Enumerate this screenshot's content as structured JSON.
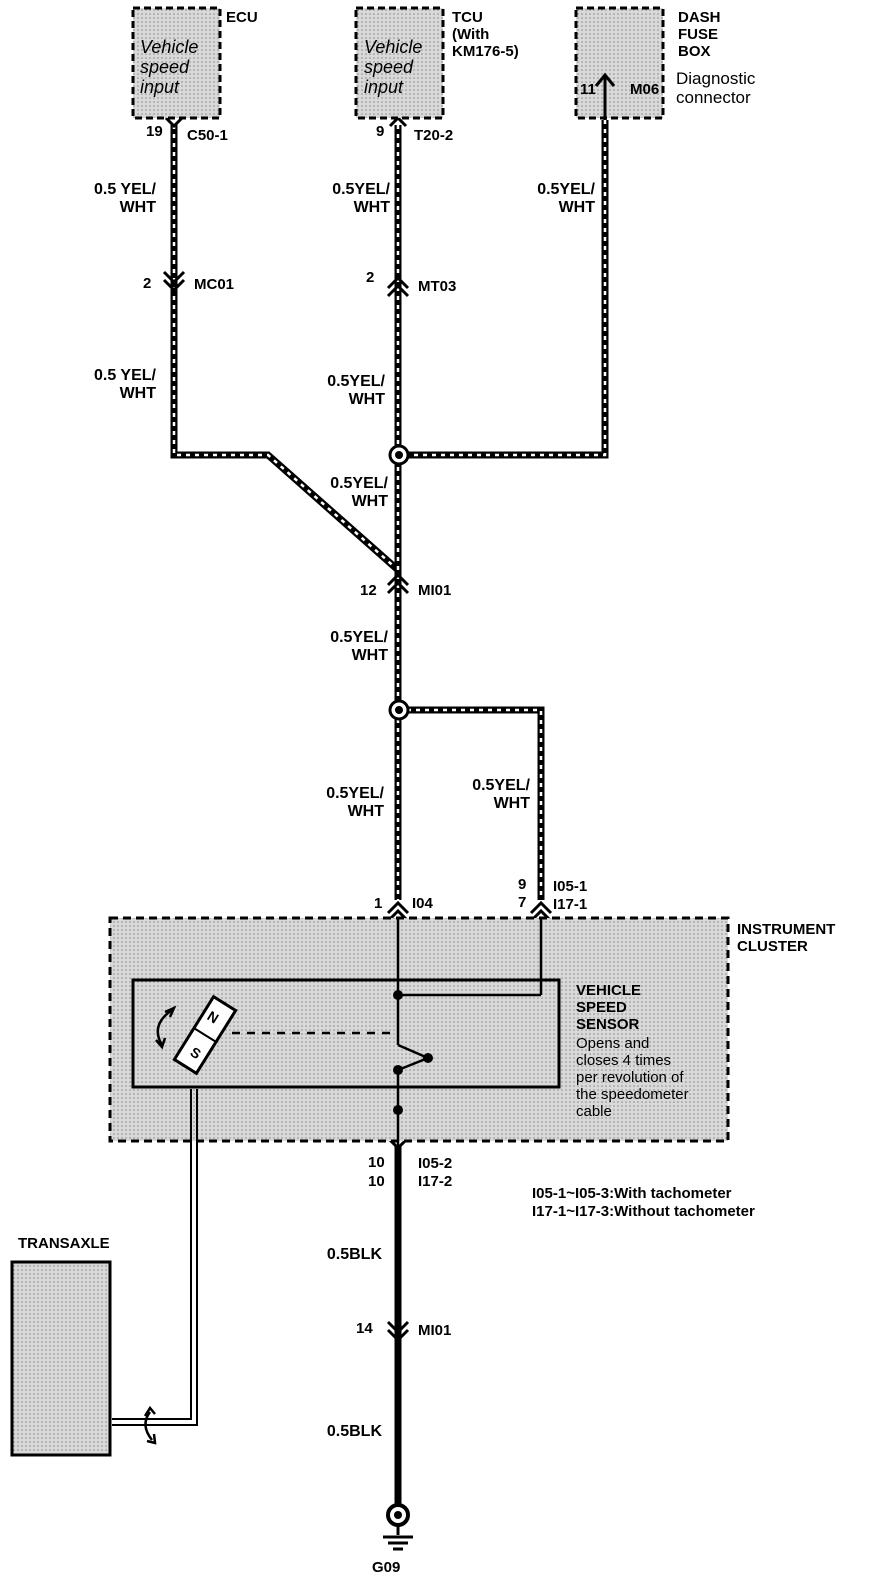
{
  "modules": {
    "ecu": {
      "name": "ECU",
      "inner": [
        "Vehicle",
        "speed",
        "input"
      ],
      "pin": "19",
      "connector": "C50-1"
    },
    "tcu": {
      "name": [
        "TCU",
        "(With",
        "KM176-5)"
      ],
      "inner": [
        "Vehicle",
        "speed",
        "input"
      ],
      "pin": "9",
      "connector": "T20-2"
    },
    "dash_fuse_box": {
      "name": [
        "DASH",
        "FUSE",
        "BOX"
      ],
      "desc": [
        "Diagnostic",
        "connector"
      ],
      "pin": "11",
      "connector": "M06"
    }
  },
  "connectors": {
    "mc01": {
      "pin": "2",
      "label": "MC01"
    },
    "mt03": {
      "pin": "2",
      "label": "MT03"
    },
    "mi01_upper": {
      "pin": "12",
      "label": "MI01"
    },
    "i04": {
      "pin": "1",
      "label": "I04"
    },
    "i05_1": {
      "pins": [
        "9",
        "7"
      ],
      "labels": [
        "I05-1",
        "I17-1"
      ]
    },
    "i05_2": {
      "pins": [
        "10",
        "10"
      ],
      "labels": [
        "I05-2",
        "I17-2"
      ]
    },
    "mi01_lower": {
      "pin": "14",
      "label": "MI01"
    },
    "ground": {
      "label": "G09"
    }
  },
  "wires": {
    "ecu_upper": [
      "0.5 YEL/",
      "WHT"
    ],
    "ecu_lower": [
      "0.5 YEL/",
      "WHT"
    ],
    "tcu_upper": [
      "0.5YEL/",
      "WHT"
    ],
    "tcu_lower": [
      "0.5YEL/",
      "WHT"
    ],
    "dlc": [
      "0.5YEL/",
      "WHT"
    ],
    "splice_to_mi01": [
      "0.5YEL/",
      "WHT"
    ],
    "mi01_to_splice": [
      "0.5YEL/",
      "WHT"
    ],
    "to_i04": [
      "0.5YEL/",
      "WHT"
    ],
    "to_i05": [
      "0.5YEL/",
      "WHT"
    ],
    "ground_upper": "0.5BLK",
    "ground_lower": "0.5BLK"
  },
  "instrument_cluster": {
    "name": [
      "INSTRUMENT",
      "CLUSTER"
    ],
    "sensor_name": [
      "VEHICLE",
      "SPEED",
      "SENSOR"
    ],
    "sensor_desc": [
      "Opens and",
      "closes 4 times",
      "per revolution of",
      "the speedometer",
      "cable"
    ],
    "magnet_n": "N",
    "magnet_s": "S"
  },
  "transaxle": {
    "name": "TRANSAXLE"
  },
  "notes": [
    "I05-1~I05-3:With tachometer",
    "I17-1~I17-3:Without tachometer"
  ]
}
